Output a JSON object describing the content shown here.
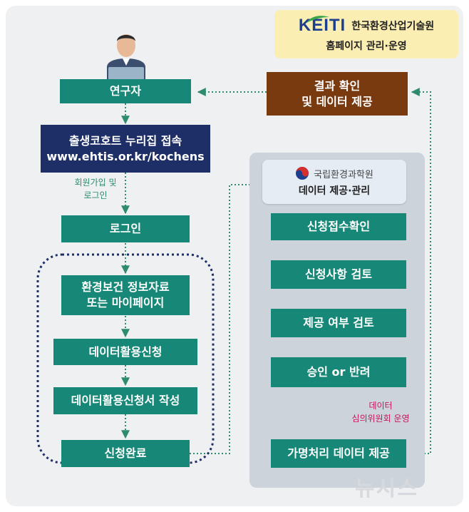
{
  "keiti": {
    "logo": "KEITI",
    "name": "한국환경산업기술원",
    "subtitle": "홈페이지 관리·운영"
  },
  "researcher": {
    "label": "연구자"
  },
  "access": {
    "line1": "출생코호트 누리집 접속",
    "line2": "www.ehtis.or.kr/kochens"
  },
  "signup_label": {
    "line1": "회원가입 및",
    "line2": "로그인"
  },
  "login": {
    "label": "로그인"
  },
  "left_steps": {
    "env_info": {
      "line1": "환경보건 정보자료",
      "line2": "또는 마이페이지"
    },
    "apply": "데이터활용신청",
    "write_form": "데이터활용신청서 작성",
    "complete": "신청완료"
  },
  "result": {
    "line1": "결과 확인",
    "line2": "및 데이터 제공"
  },
  "nier": {
    "name": "국립환경과학원",
    "subtitle": "데이터 제공·관리"
  },
  "right_steps": {
    "receipt": "신청접수확인",
    "review_items": "신청사항 검토",
    "review_provision": "제공 여부 검토",
    "approve_reject": "승인 or 반려",
    "pseudonym": "가명처리 데이터 제공"
  },
  "committee_label": {
    "line1": "데이터",
    "line2": "심의위원회 운영"
  },
  "watermark": "뉴시스",
  "colors": {
    "teal": "#178877",
    "navy": "#1d2f66",
    "brown": "#7a3a10",
    "keiti_bg": "#fbeeb2",
    "left_dotted_border": "#1d2f66",
    "right_dotted_border": "#c2185b",
    "arrow_green": "#2e8b6e"
  }
}
